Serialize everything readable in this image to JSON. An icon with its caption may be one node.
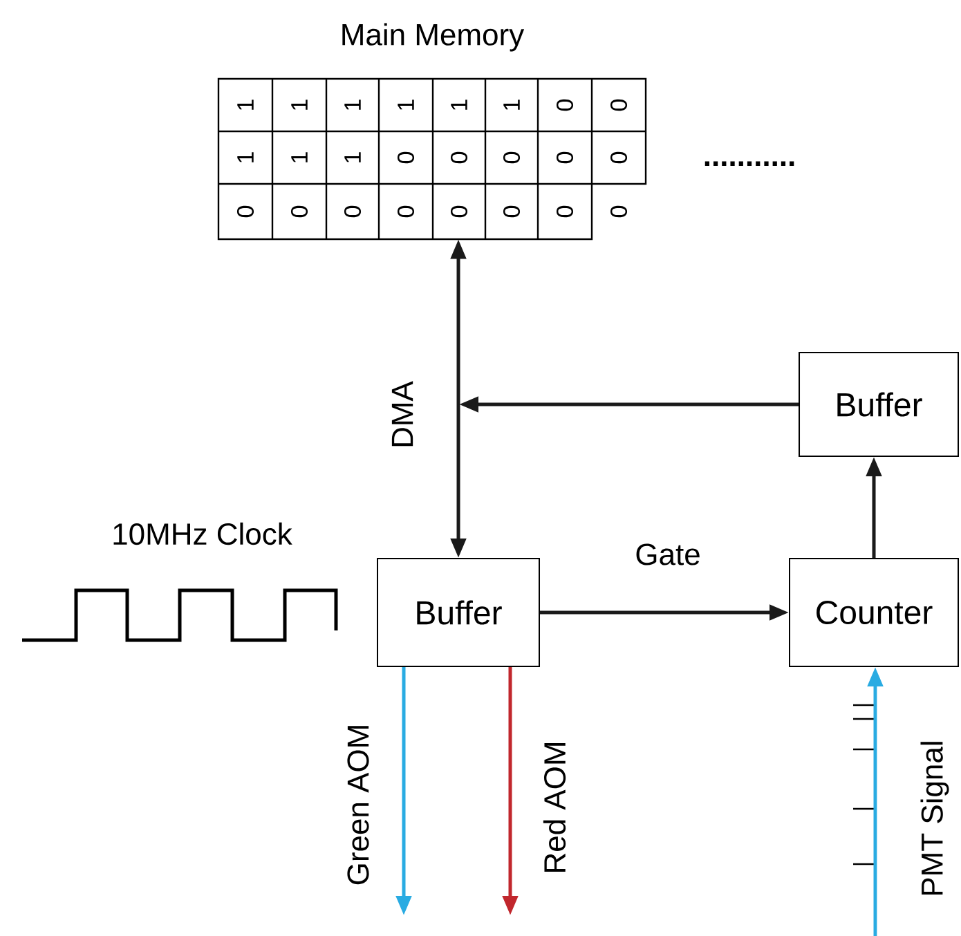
{
  "diagram": {
    "nodes": [
      {
        "text": [
          "Main Memory"
        ]
      },
      {
        "text": [
          "Buffer"
        ]
      },
      {
        "text": [
          "Buffer"
        ]
      },
      {
        "text": [
          "Counter"
        ]
      }
    ],
    "edges": [
      {
        "from": 0,
        "to": 2,
        "arrow": "both",
        "label": "DMA"
      },
      {
        "from": 1,
        "to": null,
        "arrow": "to"
      },
      {
        "from": 2,
        "to": 3,
        "arrow": "to",
        "label": "Gate"
      },
      {
        "from": 3,
        "to": 1,
        "arrow": "to"
      },
      {
        "from": 2,
        "to": null,
        "arrow": "to",
        "label": "Green AOM",
        "color": "#29abe2"
      },
      {
        "from": 2,
        "to": null,
        "arrow": "to",
        "label": "Red AOM",
        "color": "#c1272d"
      },
      {
        "from": null,
        "to": 3,
        "arrow": "to",
        "label": "PMT Signal",
        "color": "#29abe2"
      }
    ],
    "labels": [
      "1",
      "1",
      "1",
      "1",
      "1",
      "1",
      "0",
      "0",
      "1",
      "1",
      "1",
      "0",
      "0",
      "0",
      "0",
      "0",
      "...........",
      "0",
      "0",
      "0",
      "0",
      "0",
      "0",
      "0",
      "0",
      "10MHz Clock"
    ]
  }
}
